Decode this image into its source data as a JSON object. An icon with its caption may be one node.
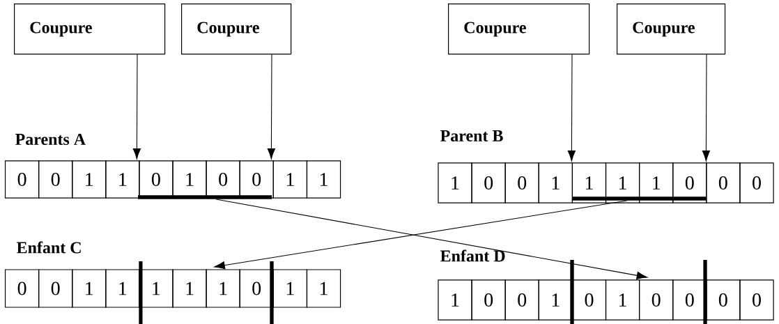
{
  "diagram": {
    "nodes": [
      {
        "text": [
          "Coupure"
        ]
      },
      {
        "text": [
          "Coupure"
        ]
      },
      {
        "text": [
          "Coupure"
        ]
      },
      {
        "text": [
          "Coupure"
        ]
      },
      {
        "text": [
          "0"
        ]
      },
      {
        "text": [
          "0"
        ]
      },
      {
        "text": [
          "1"
        ]
      },
      {
        "text": [
          "1"
        ]
      },
      {
        "text": [
          "0"
        ]
      },
      {
        "text": [
          "1"
        ]
      },
      {
        "text": [
          "0"
        ]
      },
      {
        "text": [
          "0"
        ]
      },
      {
        "text": [
          "1"
        ]
      },
      {
        "text": [
          "1"
        ]
      },
      {
        "text": [
          "1"
        ]
      },
      {
        "text": [
          "0"
        ]
      },
      {
        "text": [
          "0"
        ]
      },
      {
        "text": [
          "1"
        ]
      },
      {
        "text": [
          "1"
        ]
      },
      {
        "text": [
          "1"
        ]
      },
      {
        "text": [
          "1"
        ]
      },
      {
        "text": [
          "0"
        ]
      },
      {
        "text": [
          "0"
        ]
      },
      {
        "text": [
          "0"
        ]
      },
      {
        "text": [
          "0"
        ]
      },
      {
        "text": [
          "0"
        ]
      },
      {
        "text": [
          "1"
        ]
      },
      {
        "text": [
          "1"
        ]
      },
      {
        "text": [
          "1"
        ]
      },
      {
        "text": [
          "1"
        ]
      },
      {
        "text": [
          "1"
        ]
      },
      {
        "text": [
          "0"
        ]
      },
      {
        "text": [
          "1"
        ]
      },
      {
        "text": [
          "1"
        ]
      },
      {
        "text": [
          "1"
        ]
      },
      {
        "text": [
          "0"
        ]
      },
      {
        "text": [
          "0"
        ]
      },
      {
        "text": [
          "1"
        ]
      },
      {
        "text": [
          "0"
        ]
      },
      {
        "text": [
          "1"
        ]
      },
      {
        "text": [
          "0"
        ]
      },
      {
        "text": [
          "0"
        ]
      },
      {
        "text": [
          "0"
        ]
      },
      {
        "text": [
          "0"
        ]
      },
      {
        "text": [],
        "shape": "bar"
      },
      {
        "text": [],
        "shape": "bar"
      }
    ],
    "edges": [
      {
        "from": 0,
        "to": 8,
        "arrow": "to"
      },
      {
        "from": 1,
        "to": 11,
        "arrow": "to"
      },
      {
        "from": 2,
        "to": 17,
        "arrow": "to"
      },
      {
        "from": 3,
        "to": 22,
        "arrow": "to"
      },
      {
        "from": 44,
        "to": 40,
        "arrow": "to"
      },
      {
        "from": 45,
        "to": 30,
        "arrow": "to"
      }
    ],
    "labels": [
      "Parents A",
      "Parent B",
      "Enfant C",
      "Enfant D"
    ]
  }
}
